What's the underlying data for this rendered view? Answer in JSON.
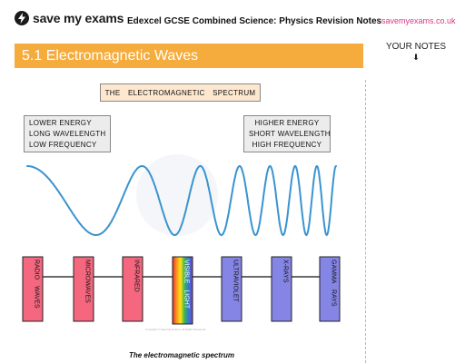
{
  "header": {
    "logo_text": "save my exams",
    "logo_icon": "lightning-bolt-icon",
    "title": "Edexcel GCSE Combined Science: Physics Revision Notes",
    "link": "savemyexams.co.uk"
  },
  "section": {
    "title": "5.1 Electromagnetic Waves"
  },
  "notes": {
    "title": "YOUR NOTES",
    "arrow": "⬇"
  },
  "diagram": {
    "title": "THE ELECTROMAGNETIC SPECTRUM",
    "lower": [
      "LOWER ENERGY",
      "LONG WAVELENGTH",
      "LOW FREQUENCY"
    ],
    "higher": [
      "HIGHER ENERGY",
      "SHORT WAVELENGTH",
      "HIGH FREQUENCY"
    ],
    "bands": [
      {
        "label": "RADIO WAVES",
        "color": "#f5677f"
      },
      {
        "label": "MICROWAVES",
        "color": "#f5677f"
      },
      {
        "label": "INFRARED",
        "color": "#f5677f"
      },
      {
        "label": "VISIBLE LIGHT",
        "color": "rainbow"
      },
      {
        "label": "ULTRAVIOLET",
        "color": "#8585e6"
      },
      {
        "label": "X-RAYS",
        "color": "#8585e6"
      },
      {
        "label": "GAMMA RAYS",
        "color": "#8585e6"
      }
    ],
    "wave_color": "#3a94cf",
    "copyright": "Copyright © Save My Exams. All Rights Reserved"
  },
  "caption": "The electromagnetic spectrum"
}
